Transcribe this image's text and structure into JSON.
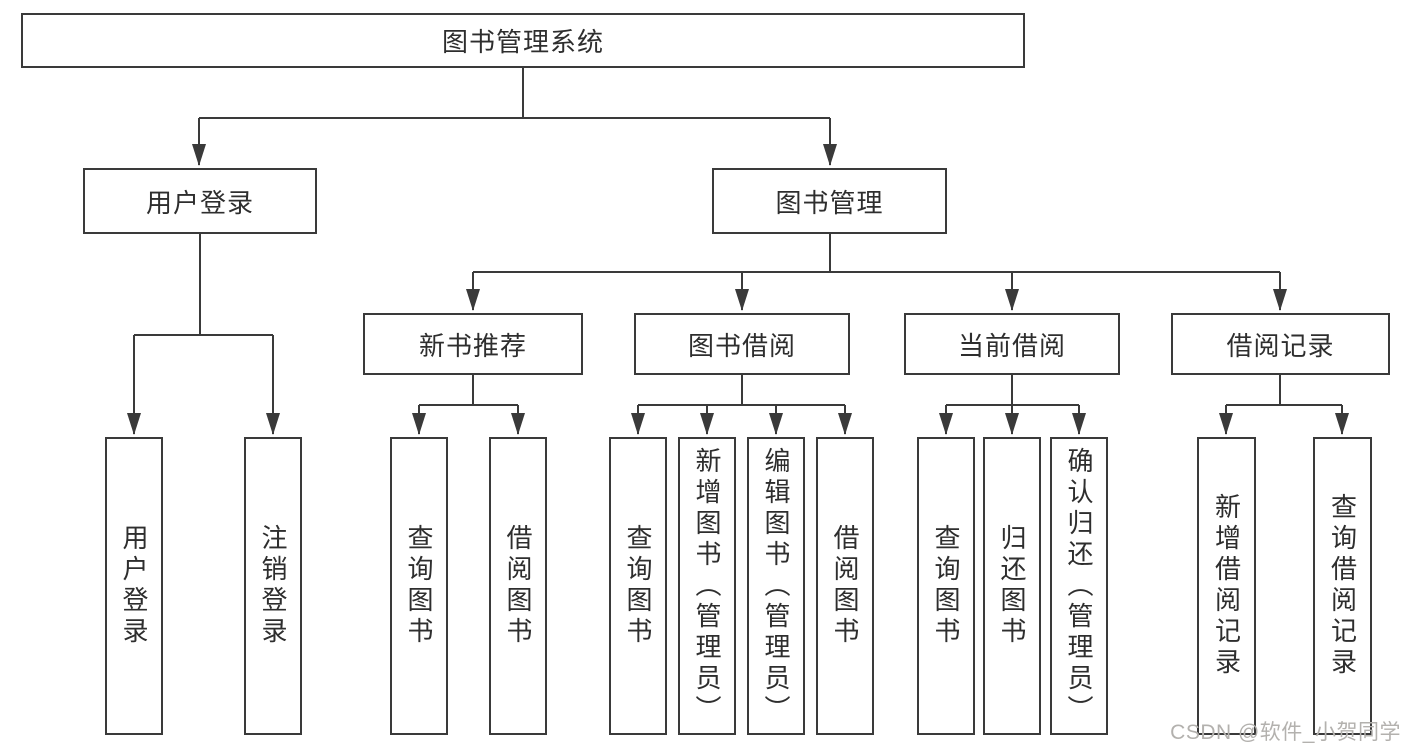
{
  "diagram": {
    "type": "hierarchy-tree",
    "root": {
      "label": "图书管理系统"
    },
    "branches": [
      {
        "label": "用户登录",
        "children": [
          {
            "label": "用户登录"
          },
          {
            "label": "注销登录"
          }
        ]
      },
      {
        "label": "图书管理",
        "children": [
          {
            "label": "新书推荐",
            "children": [
              {
                "label": "查询图书"
              },
              {
                "label": "借阅图书"
              }
            ]
          },
          {
            "label": "图书借阅",
            "children": [
              {
                "label": "查询图书"
              },
              {
                "label": "新增图书（管理员）"
              },
              {
                "label": "编辑图书（管理员）"
              },
              {
                "label": "借阅图书"
              }
            ]
          },
          {
            "label": "当前借阅",
            "children": [
              {
                "label": "查询图书"
              },
              {
                "label": "归还图书"
              },
              {
                "label": "确认归还（管理员）"
              }
            ]
          },
          {
            "label": "借阅记录",
            "children": [
              {
                "label": "新增借阅记录"
              },
              {
                "label": "查询借阅记录"
              }
            ]
          }
        ]
      }
    ],
    "watermark": "CSDN @软件_小贺同学",
    "colors": {
      "line": "#3a3a3a",
      "box_border": "#3a3a3a",
      "text": "#2e2e2e",
      "watermark": "#b3b1ae",
      "background": "#ffffff"
    }
  }
}
